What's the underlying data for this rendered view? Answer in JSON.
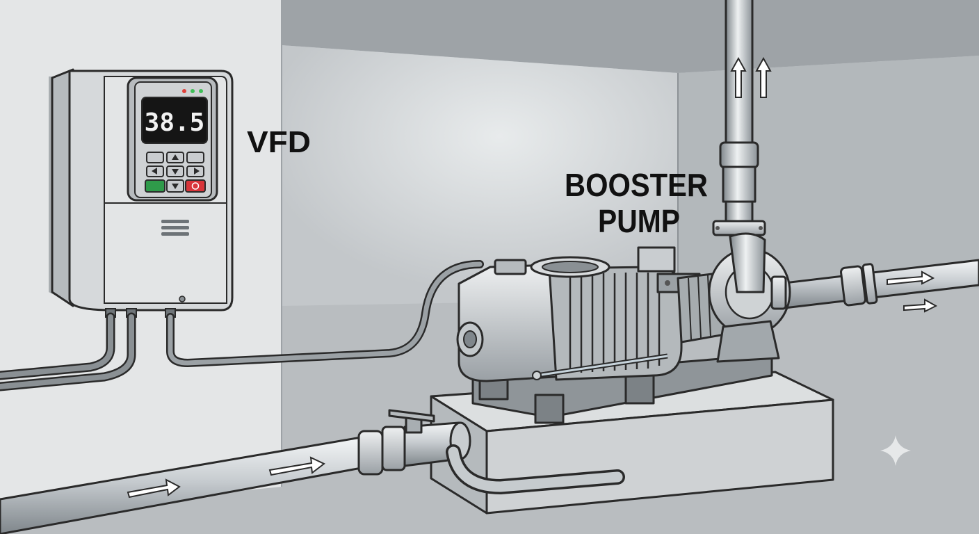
{
  "labels": {
    "vfd": "VFD",
    "pump_line1": "BOOSTER",
    "pump_line2": "PUMP"
  },
  "vfd_display": {
    "reading": "38.5"
  },
  "colors": {
    "run_button": "#2f9a4a",
    "stop_button": "#d8353a",
    "display_bg": "#151515",
    "led_red": "#e0403a",
    "led_green": "#3fbf58"
  }
}
